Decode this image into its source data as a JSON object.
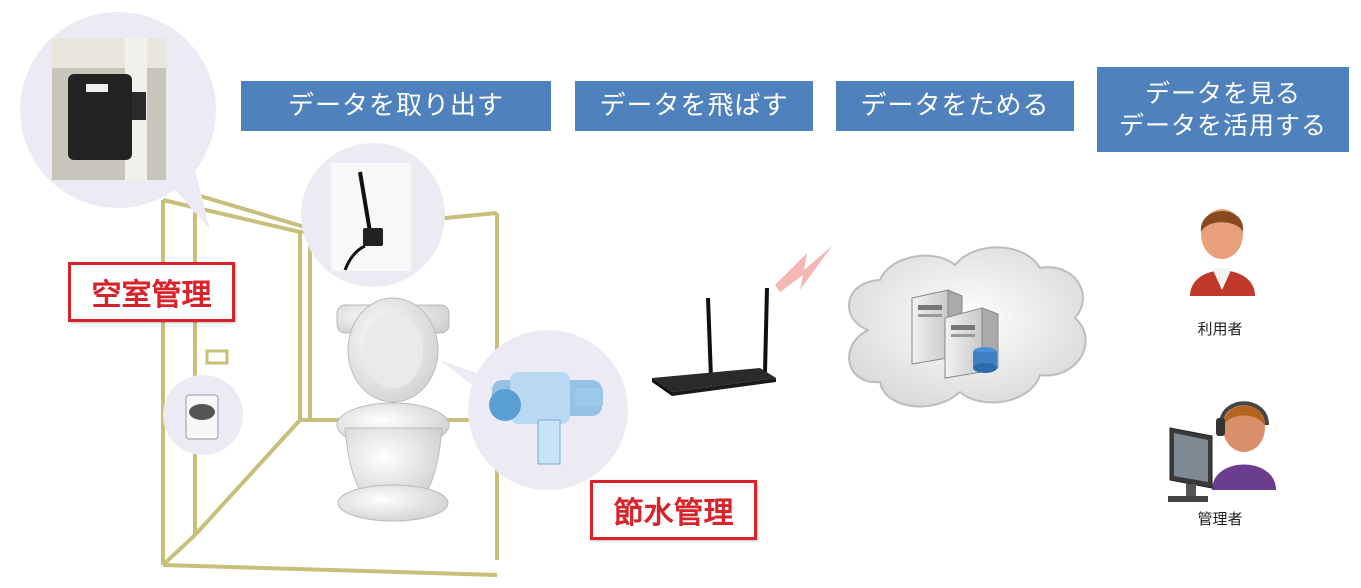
{
  "steps": {
    "extract": "データを取り出す",
    "transmit": "データを飛ばす",
    "store": "データをためる",
    "view_line1": "データを見る",
    "view_line2": "データを活用する"
  },
  "labels": {
    "vacancy": "空室管理",
    "water_saving": "節水管理"
  },
  "roles": {
    "user": "利用者",
    "admin": "管理者"
  },
  "colors": {
    "step_box": "#4f81bd",
    "label_red": "#d8232a",
    "room_outline": "#c8bf7a"
  },
  "icons": [
    "sensor-device-icon",
    "antenna-module-icon",
    "toilet-icon",
    "flush-valve-icon",
    "wifi-router-icon",
    "cloud-server-icon",
    "user-person-icon",
    "admin-operator-icon"
  ]
}
